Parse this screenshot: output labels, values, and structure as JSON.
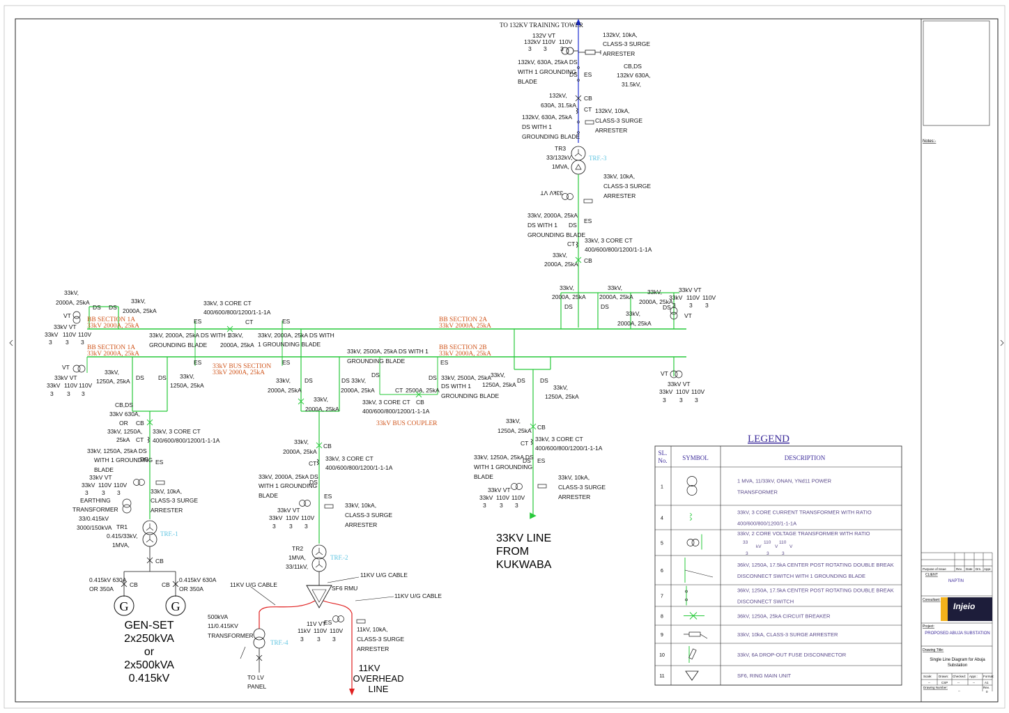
{
  "top_feeder": {
    "heading": "TO 132KV  TRAINING TOWER",
    "vt_labels": [
      "132kV",
      "3",
      "110V",
      "3",
      "110V",
      "3",
      "132V VT"
    ],
    "arrester_132": [
      "132kV, 10kA,",
      "CLASS-3 SURGE",
      "ARRESTER"
    ],
    "ds_132": [
      "132kV, 630A, 25kA DS",
      "WITH 1 GROUNDING",
      "BLADE"
    ],
    "cbds_132": [
      "CB,DS",
      "132kV 630A,",
      "31.5kV,"
    ],
    "cb_132": [
      "132kV,",
      "630A, 31.5kA"
    ],
    "ds2_132": [
      "132kV, 630A, 25kA",
      "DS WITH 1",
      "GROUNDING BLADE"
    ],
    "arrester2_132": [
      "132kV, 10kA,",
      "CLASS-3 SURGE",
      "ARRESTER"
    ],
    "tr3": [
      "TR3",
      "33/132kV,",
      "1MVA,"
    ],
    "trf3": "TRF.-3",
    "arrester_33": [
      "33kV, 10kA,",
      "CLASS-3 SURGE",
      "ARRESTER"
    ],
    "vt_33_mirrored": "33kV VT",
    "ds_33": [
      "33kV, 2000A, 25kA",
      "DS WITH 1",
      "GROUNDING BLADE"
    ],
    "ct_33": [
      "33kV, 3 CORE CT",
      "400/600/800/1200/1-1-1A"
    ],
    "cb_33": [
      "33kV,",
      "2000A, 25kA"
    ]
  },
  "labels": {
    "ds": "DS",
    "es": "ES",
    "cb": "CB",
    "ct": "CT",
    "vt": "VT",
    "v33_2000": [
      "33kV,",
      "2000A, 25kA"
    ],
    "v33_1250": [
      "33kV,",
      "1250A, 25kA"
    ],
    "vt33": [
      "33kV VT",
      "33kV",
      "110V",
      "110V",
      "3",
      "3",
      "3"
    ],
    "ct3": [
      "33kV, 3 CORE CT",
      "400/600/800/1200/1-1-1A"
    ],
    "ct3_short": "33kV, 3 CORE CT",
    "arrester": [
      "33kV, 10kA,",
      "CLASS-3 SURGE",
      "ARRESTER"
    ]
  },
  "bus": {
    "bb1a_top": [
      "BB  SECTION  1A",
      "33kV  2000A,  25kA"
    ],
    "bb2a": [
      "BB  SECTION  2A",
      "33kV  2000A,  25kA"
    ],
    "bb1a_bottom": [
      "BB  SECTION  1A",
      "33kV  2000A,  25kA"
    ],
    "bb2b": [
      "BB  SECTION  2B",
      "33kV  2000A,  25kA"
    ],
    "bus_section": [
      "33kV  BUS  SECTION",
      "33kV  2000A,  25kA"
    ],
    "bus_coupler": "33kV  BUS  COUPLER",
    "ds_with_blade_1": [
      "33kV, 2000A, 25kA DS WITH 1",
      "GROUNDING BLADE"
    ],
    "cb_mid": [
      "33kV,",
      "2000A, 25kA"
    ],
    "ds_with_blade_2": [
      "33kV, 2000A, 25kA DS WITH",
      "1 GROUNDING BLADE"
    ],
    "ds_2500": [
      "33kV, 2500A, 25kA DS WITH 1",
      "GROUNDING BLADE"
    ],
    "ds_2500_b": [
      "33kV, 2500A, 25kA",
      "DS WITH 1",
      "GROUNDING BLADE"
    ],
    "ct_coupler": [
      "33kV, 3 CORE CT",
      "400/600/800/1200/1-1-1A"
    ],
    "cb_2500": [
      "CT",
      "2500A, 25kA"
    ],
    "ds_33kv": "DS 33kV,"
  },
  "genset_feeder": {
    "cbds": [
      "CB,DS",
      "33kV 630A,",
      "OR",
      "33kV, 1250A,",
      "25kA"
    ],
    "ds": [
      "33kV, 1250A, 25kA DS",
      "WITH 1 GROUNDING",
      "BLADE"
    ],
    "earthing": [
      "EARTHING",
      "TRANSFORMER",
      "33/0.415kV",
      "3000/150kVA"
    ],
    "tr1": [
      "TR1",
      "0.415/33kV,",
      "1MVA,"
    ],
    "trf1": "TRF.-1",
    "cb_left": [
      "0.415kV 630A",
      "OR 350A"
    ],
    "cb_right": [
      "0.415kV 630A",
      "OR 350A"
    ],
    "gen": "G",
    "genset_text": [
      "GEN-SET",
      "2x250kVA",
      "or",
      "2x500kVA",
      "0.415kV"
    ]
  },
  "tr2_feeder": {
    "ds": [
      "33kV, 2000A, 25kA DS",
      "WITH 1 GROUNDING",
      "BLADE"
    ],
    "tr2": [
      "TR2",
      "1MVA,",
      "33/11kV,"
    ],
    "trf2": "TRF.-2",
    "cable1": "11KV U/G CABLE",
    "cable2": "11KV U/G CABLE",
    "cable3": "11KV U/G CABLE",
    "rmu": "SF6 RMU",
    "tr4": [
      "500kVA",
      "11/0.415KV",
      "TRANSFORMER"
    ],
    "trf4": "TRF.-4",
    "lv": [
      "TO LV",
      "PANEL"
    ],
    "vt11": [
      "11V VT",
      "11kV",
      "110V",
      "110V",
      "3",
      "3",
      "3"
    ],
    "arrester11": [
      "11kV, 10kA,",
      "CLASS-3 SURGE",
      "ARRESTER"
    ],
    "overhead": [
      "11KV",
      "OVERHEAD",
      "LINE"
    ]
  },
  "kukwaba_feeder": {
    "ds": [
      "33kV, 1250A, 25kA DS",
      "WITH 1 GROUNDING",
      "BLADE"
    ],
    "line": [
      "33KV LINE",
      "FROM",
      "KUKWABA"
    ]
  },
  "legend": {
    "title": "LEGEND",
    "headers": [
      "SL.",
      "No.",
      "SYMBOL",
      "DESCRIPTION"
    ],
    "rows": [
      {
        "no": "1",
        "lines": [
          "1 MVA, 11/33kV, ONAN, YNd11 POWER",
          "TRANSFORMER"
        ]
      },
      {
        "no": "4",
        "lines": [
          "33kV, 3 CORE CURRENT TRANSFORMER WITH RATIO",
          "400/600/800/1200/1-1-1A"
        ]
      },
      {
        "no": "5",
        "lines": [
          "33kV, 2 CORE VOLTAGE TRANSFORMER WITH RATIO",
          "33",
          "kV",
          "110",
          "V",
          "110",
          "V",
          "3",
          "3",
          "3"
        ]
      },
      {
        "no": "6",
        "lines": [
          "36kV, 1250A, 17.5kA CENTER POST ROTATING DOUBLE BREAK",
          "DISCONNECT SWITCH WITH 1 GROUNDING BLADE"
        ]
      },
      {
        "no": "7",
        "lines": [
          "36kV, 1250A, 17.5kA CENTER POST ROTATING DOUBLE BREAK",
          "DISCONNECT SWITCH"
        ]
      },
      {
        "no": "8",
        "lines": [
          "36kV, 1250A, 25kA CIRCUIT BREAKER"
        ]
      },
      {
        "no": "9",
        "lines": [
          "33kV, 10kA, CLASS-3 SURGE ARRESTER"
        ]
      },
      {
        "no": "10",
        "lines": [
          "33kV, 6A DROP-OUT FUSE DISCONNECTOR"
        ]
      },
      {
        "no": "11",
        "lines": [
          "SF6, RING MAIN UNIT"
        ]
      }
    ]
  },
  "title_block": {
    "notes": "Notes:-",
    "issue_headers": [
      "Purpose of Issue",
      "Rev.",
      "Date",
      "Drn.",
      "Appr."
    ],
    "client_label": "CLIENT",
    "client": "NAPTIN",
    "consultant_label": "Consultant:",
    "logo": "Injeio",
    "project_label": "Project:",
    "project": "PROPOSED ABUJA SUBSTATION",
    "drawing_title_label": "Drawing Title:",
    "drawing_title": [
      "Single Line Diagram for Abuja",
      "Substation"
    ],
    "row_labels": [
      "Scale:",
      "Drawn:",
      "Checked:",
      "Appr.:",
      "Format:"
    ],
    "row_values": [
      "--",
      "CSP",
      "--",
      "--",
      "A1"
    ],
    "drawing_number_label": "Drawing Number:",
    "rev_label": "Rev.",
    "drawing_number": "--",
    "rev": "0"
  },
  "colors": {
    "bus": "#27c93a",
    "red_text": "#d0541a",
    "cyan_text": "#5bc3e0",
    "feeder_blue": "#1a2bd0",
    "cable_red": "#e02020",
    "legend_purple": "#3b2a9a"
  }
}
